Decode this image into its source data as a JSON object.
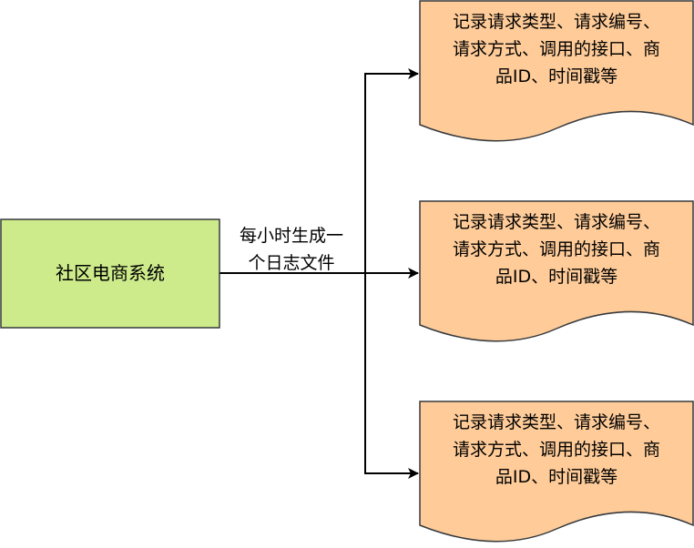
{
  "source": {
    "label": "社区电商系统",
    "fill": "#cdeb8b"
  },
  "edge_label": {
    "lines": [
      "每小时生成一",
      "个日志文件"
    ]
  },
  "documents": [
    {
      "lines": [
        "记录请求类型、请求编号、",
        "请求方式、调用的接口、商",
        "品ID、时间戳等"
      ]
    },
    {
      "lines": [
        "记录请求类型、请求编号、",
        "请求方式、调用的接口、商",
        "品ID、时间戳等"
      ]
    },
    {
      "lines": [
        "记录请求类型、请求编号、",
        "请求方式、调用的接口、商",
        "品ID、时间戳等"
      ]
    }
  ],
  "colors": {
    "doc_fill": "#ffcc99",
    "doc_stroke": "#36393d",
    "source_stroke": "#36393d"
  }
}
